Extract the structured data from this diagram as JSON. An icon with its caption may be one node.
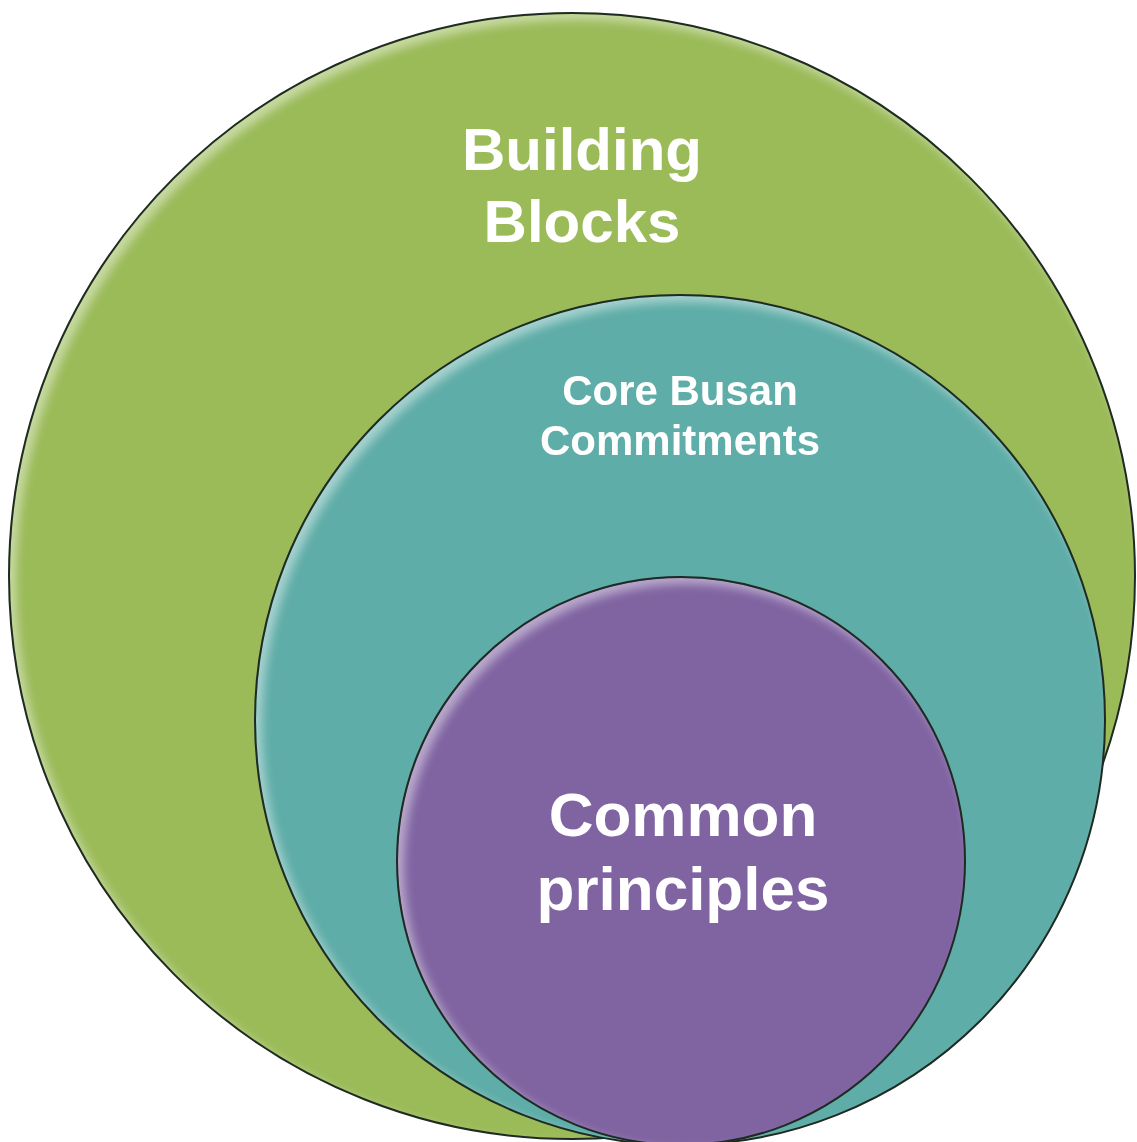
{
  "diagram": {
    "nodes": [
      {
        "text": [
          "Building Blocks"
        ]
      },
      {
        "text": [
          "Core Busan Commitments"
        ],
        "in": 0
      },
      {
        "text": [
          "Common principles"
        ],
        "in": 1
      }
    ]
  }
}
